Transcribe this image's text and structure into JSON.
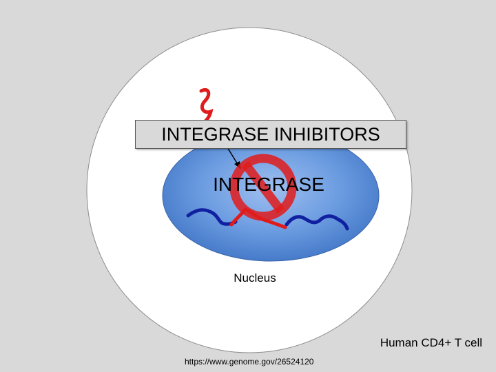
{
  "diagram": {
    "title_box": "INTEGRASE INHIBITORS",
    "enzyme_label": "INTEGRASE",
    "nucleus_label": "Nucleus",
    "cell_label": "Human CD4+ T cell",
    "source": "https://www.genome.gov/26524120"
  },
  "colors": {
    "background": "#d9d9d9",
    "cell": "#ffffff",
    "nucleus": "#5b8fd9",
    "viral_dna": "#e01b1b",
    "host_dna": "#1020a0",
    "prohibition_sign": "#e01b1b"
  },
  "icons": {
    "prohibition": "prohibition-icon",
    "arrow": "arrow-icon"
  }
}
